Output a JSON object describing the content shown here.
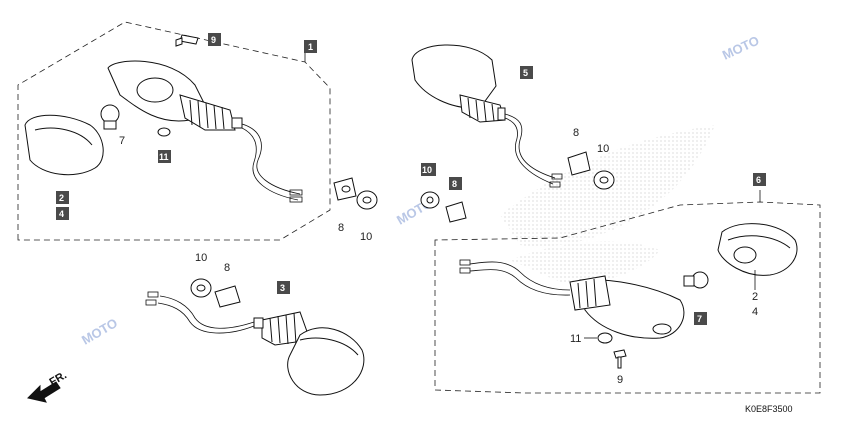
{
  "drawing_code": "K0E8F3500",
  "front_label": "FR.",
  "watermark_text": "MOTO",
  "callouts": {
    "c1": "1",
    "c2": "2",
    "c3": "3",
    "c4": "4",
    "c5": "5",
    "c6": "6",
    "c7": "7",
    "c9": "9",
    "c11": "11",
    "c10a": "10",
    "c8a": "8"
  },
  "labels": {
    "l7_left": "7",
    "l8_mid": "8",
    "l10_mid": "10",
    "l8_upper": "8",
    "l10_upper": "10",
    "l10_bottom": "10",
    "l8_bottom": "8",
    "l2_right": "2",
    "l4_right": "4",
    "l11_right": "11",
    "l9_right": "9"
  },
  "colors": {
    "callout_fill": "#4a4a4a",
    "watermark": "#b9c7e6",
    "ink": "#111111"
  }
}
